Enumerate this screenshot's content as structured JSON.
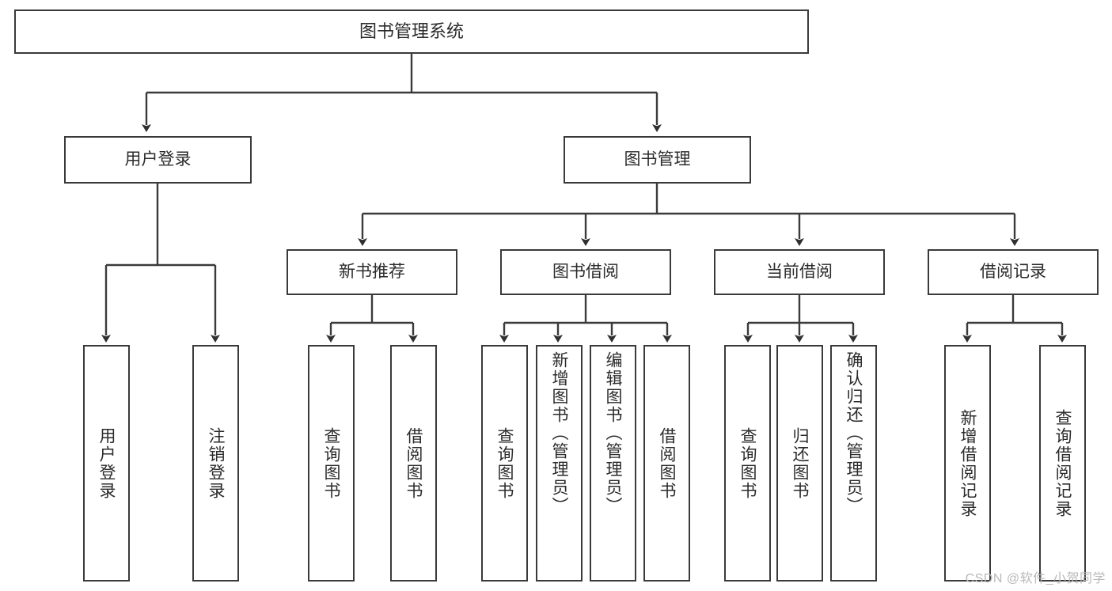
{
  "diagram": {
    "title": "图书管理系统",
    "watermark": "CSDN @软件_小贺同学",
    "colors": {
      "stroke": "#3a3a3a",
      "fill": "#ffffff",
      "text": "#2b2b2b",
      "watermark": "#b9b9b9"
    },
    "levels": {
      "root": {
        "label": "图书管理系统"
      },
      "level2": [
        {
          "label": "用户登录"
        },
        {
          "label": "图书管理"
        }
      ],
      "level3": [
        {
          "label": "新书推荐"
        },
        {
          "label": "图书借阅"
        },
        {
          "label": "当前借阅"
        },
        {
          "label": "借阅记录"
        }
      ],
      "leaves": {
        "user_login": [
          {
            "label": "用户登录"
          },
          {
            "label": "注销登录"
          }
        ],
        "new_book_recommend": [
          {
            "label": "查询图书"
          },
          {
            "label": "借阅图书"
          }
        ],
        "book_borrow": [
          {
            "label": "查询图书"
          },
          {
            "label": "新增图书（管理员）"
          },
          {
            "label": "编辑图书（管理员）"
          },
          {
            "label": "借阅图书"
          }
        ],
        "current_borrow": [
          {
            "label": "查询图书"
          },
          {
            "label": "归还图书"
          },
          {
            "label": "确认归还（管理员）"
          }
        ],
        "borrow_record": [
          {
            "label": "新增借阅记录"
          },
          {
            "label": "查询借阅记录"
          }
        ]
      }
    }
  }
}
